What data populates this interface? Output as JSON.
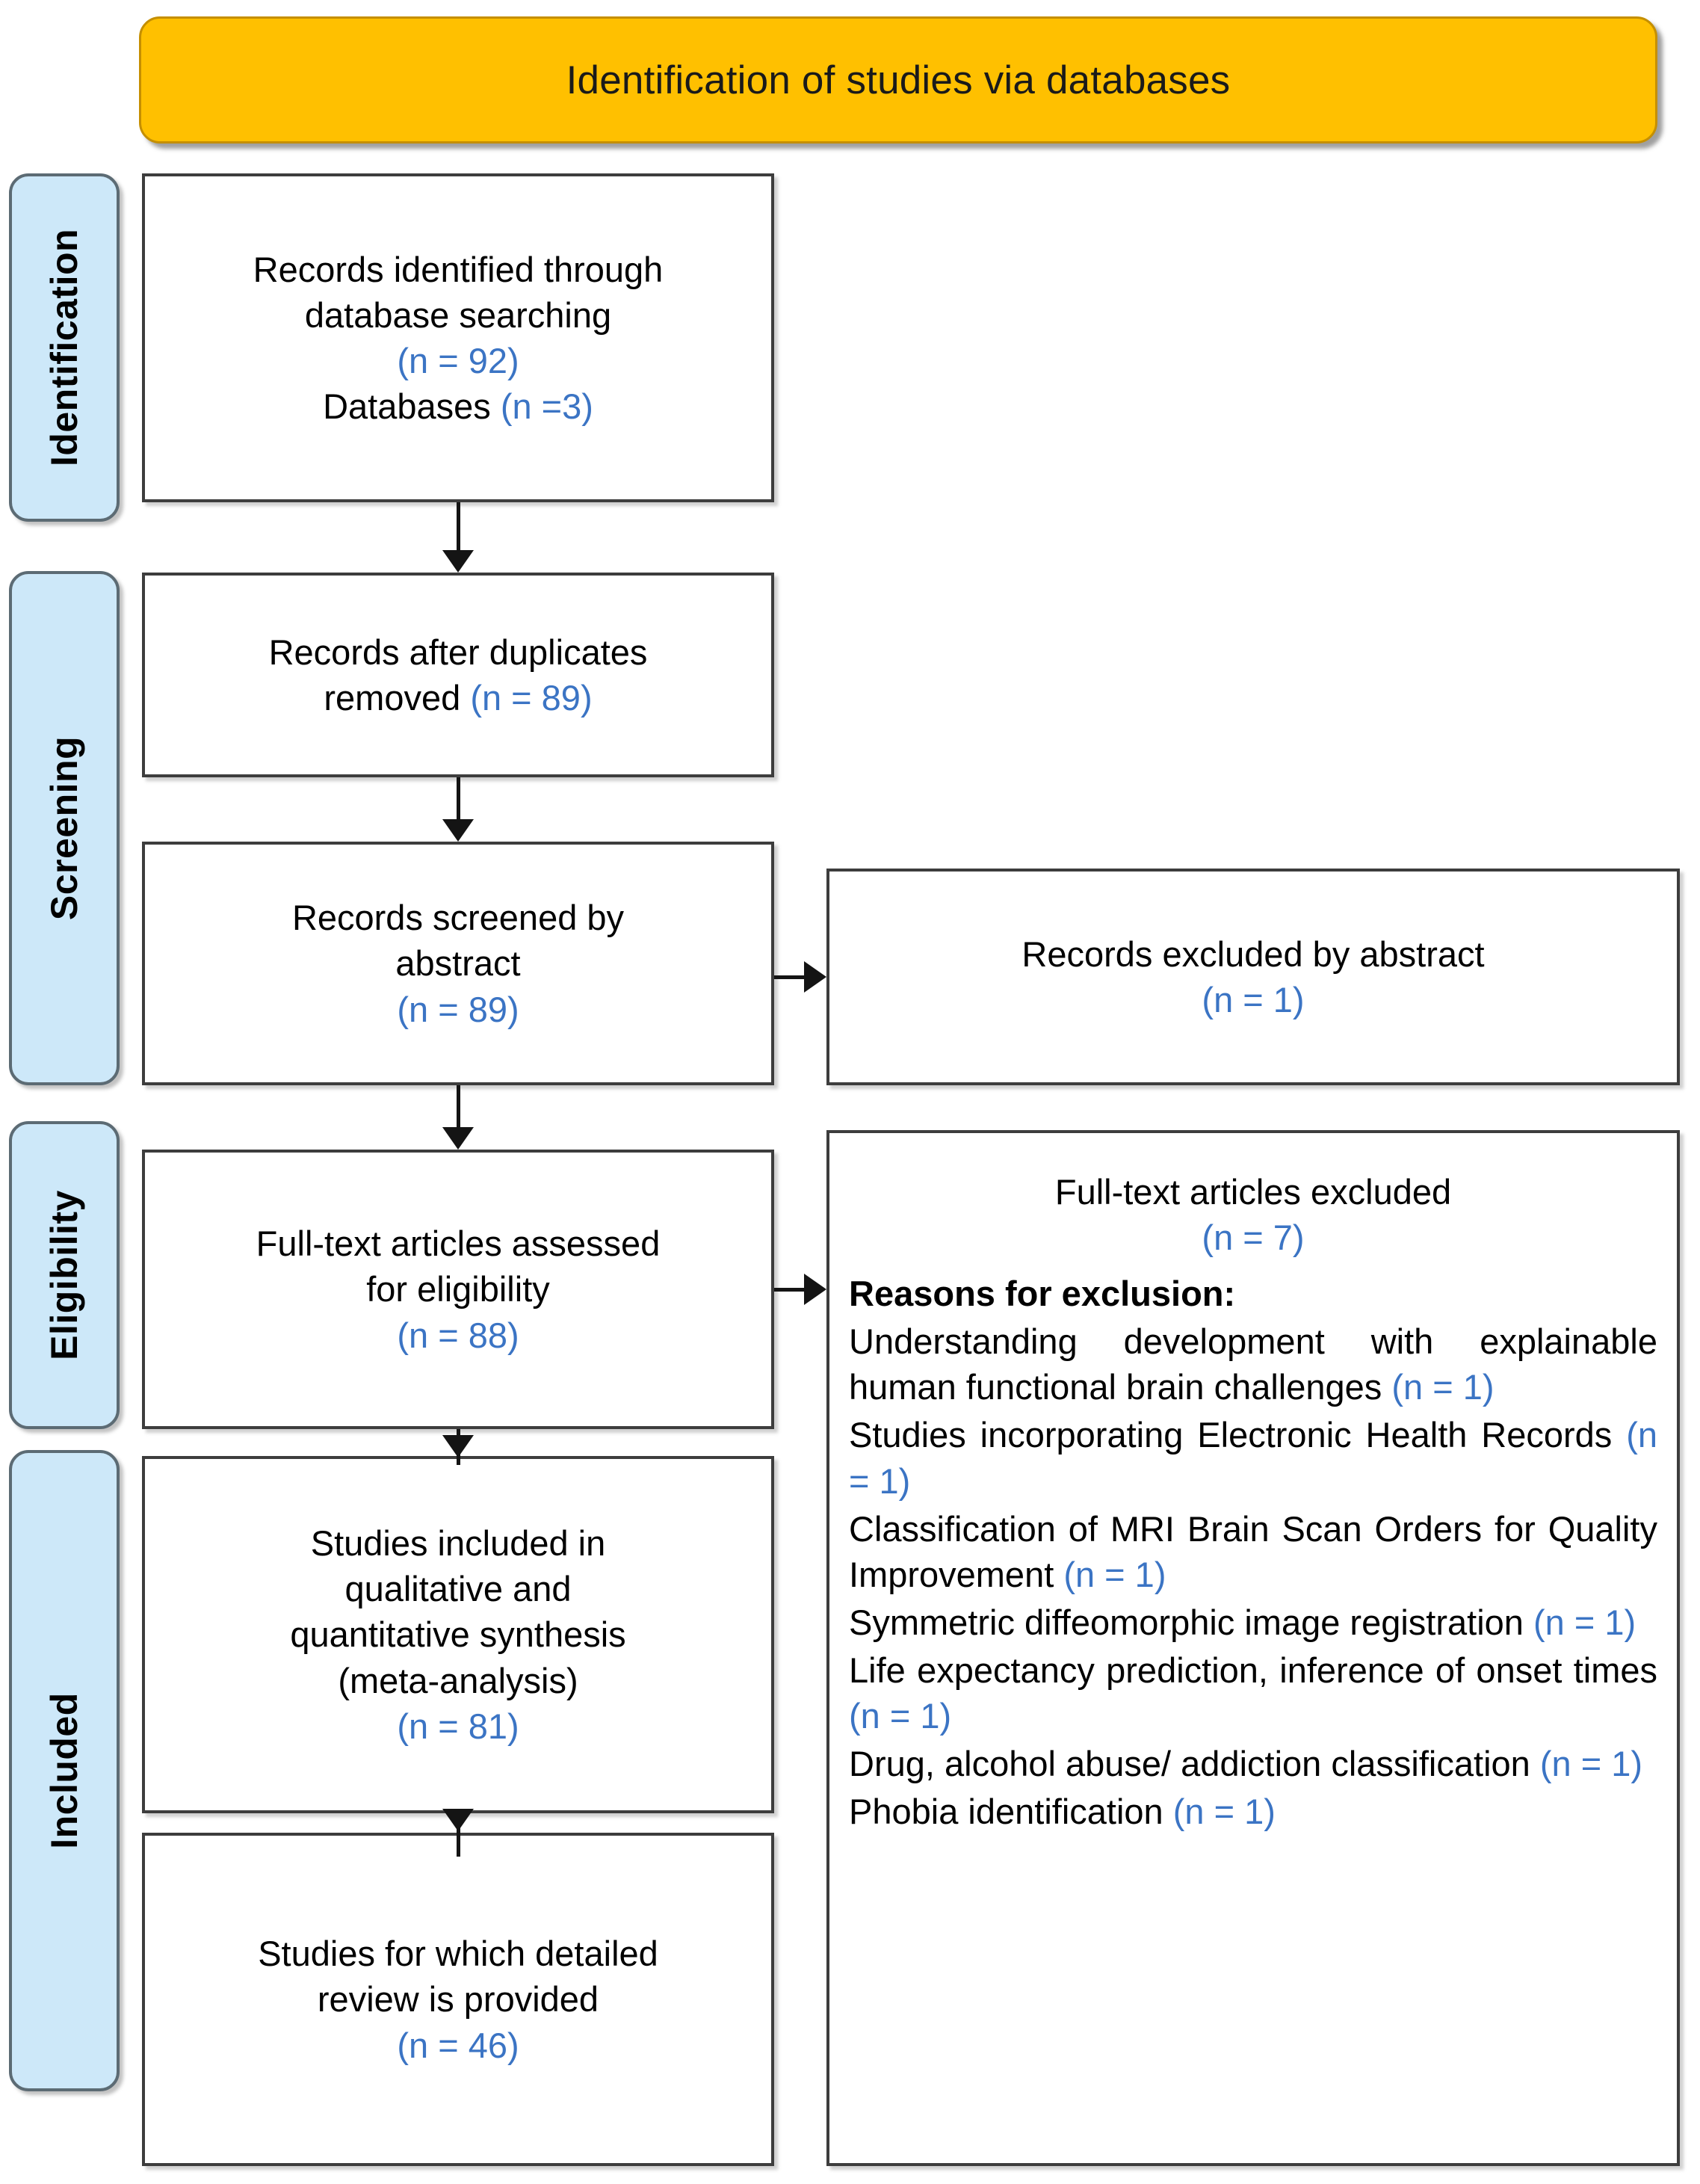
{
  "banner": {
    "label": "Identification of studies via databases"
  },
  "colors": {
    "banner_fill": "#FFC000",
    "stage_pill_fill": "#CDE8F9",
    "box_border": "#3d3d3d",
    "n_value_blue": "#3B74C4",
    "connector": "#141414"
  },
  "stages": [
    {
      "label": "Identification"
    },
    {
      "label": "Screening"
    },
    {
      "label": "Eligibility"
    },
    {
      "label": "Included"
    }
  ],
  "boxes": {
    "identified": {
      "line1": "Records identified through",
      "line2": "database searching",
      "n1": "(n = 92)",
      "line3_text": "Databases ",
      "n2": "(n =3)"
    },
    "dedup": {
      "line1": "Records after duplicates",
      "line2_text": "removed ",
      "n": "(n = 89)"
    },
    "screened": {
      "line1": "Records screened by",
      "line2": "abstract",
      "n": "(n = 89)"
    },
    "excluded_abstract": {
      "line1": "Records excluded by abstract",
      "n": "(n = 1)"
    },
    "fulltext_assessed": {
      "line1": "Full-text articles assessed",
      "line2": "for eligibility",
      "n": "(n = 88)"
    },
    "fulltext_excluded": {
      "line1": "Full-text articles excluded",
      "n": "(n = 7)",
      "reasons_title": "Reasons for exclusion:",
      "reasons": [
        {
          "text": "Understanding development with explainable human functional brain challenges ",
          "n": "(n = 1)"
        },
        {
          "text": "Studies incorporating Electronic Health Records ",
          "n": "(n = 1)"
        },
        {
          "text": "Classification of MRI Brain Scan Orders for Quality Improvement ",
          "n": "(n = 1)"
        },
        {
          "text": "Symmetric diffeomorphic image registration ",
          "n": "(n = 1)"
        },
        {
          "text": "Life expectancy prediction, inference of onset times ",
          "n": "(n = 1)"
        },
        {
          "text": "Drug, alcohol abuse/ addiction classification ",
          "n": "(n = 1)"
        },
        {
          "text": "Phobia identification ",
          "n": "(n = 1)"
        }
      ]
    },
    "included_synthesis": {
      "line1": "Studies included in",
      "line2": "qualitative and",
      "line3": "quantitative synthesis",
      "line4": "(meta-analysis)",
      "n": "(n = 81)"
    },
    "detailed_review": {
      "line1": "Studies for which detailed",
      "line2": "review is provided",
      "n": "(n = 46)"
    }
  }
}
